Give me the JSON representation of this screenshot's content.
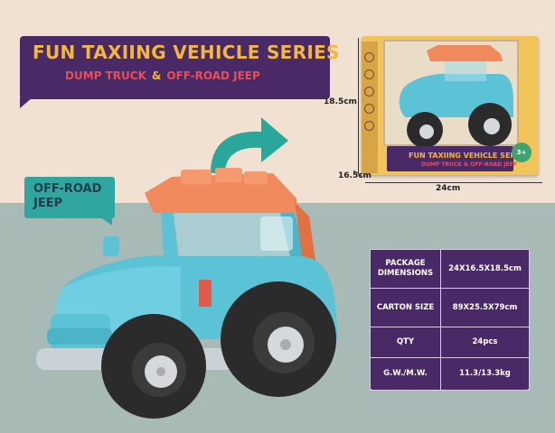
{
  "banner": {
    "title": "FUN TAXIING VEHICLE SERIES",
    "sub_dump": "DUMP TRUCK",
    "sub_amp": "&",
    "sub_jeep": "OFF-ROAD JEEP"
  },
  "badge": {
    "line1": "OFF-ROAD",
    "line2": "JEEP"
  },
  "box": {
    "title": "FUN TAXIING VEHICLE SERIES",
    "subtitle": "DUMP TRUCK & OFF-ROAD JEEP",
    "age": "3+"
  },
  "dimensions": {
    "height": "18.5cm",
    "depth": "16.5cm",
    "width": "24cm"
  },
  "spec": {
    "rows": [
      {
        "key": "PACKAGE DIMENSIONS",
        "value": "24X16.5X18.5cm"
      },
      {
        "key": "CARTON SIZE",
        "value": "89X25.5X79cm"
      },
      {
        "key": "QTY",
        "value": "24pcs"
      },
      {
        "key": "G.W./M.W.",
        "value": "11.3/13.3kg"
      }
    ]
  },
  "colors": {
    "banner_bg": "#4a2a66",
    "title_yellow": "#f3b640",
    "accent_red": "#ea4d5a",
    "badge_teal": "#2fa7a0",
    "jeep_blue": "#5cc2d6",
    "roof_orange": "#f08a5d",
    "arrow_teal": "#2aa79b"
  },
  "icons": [
    "curved-arrow-icon",
    "jeep-toy-image",
    "box-photo-image"
  ]
}
